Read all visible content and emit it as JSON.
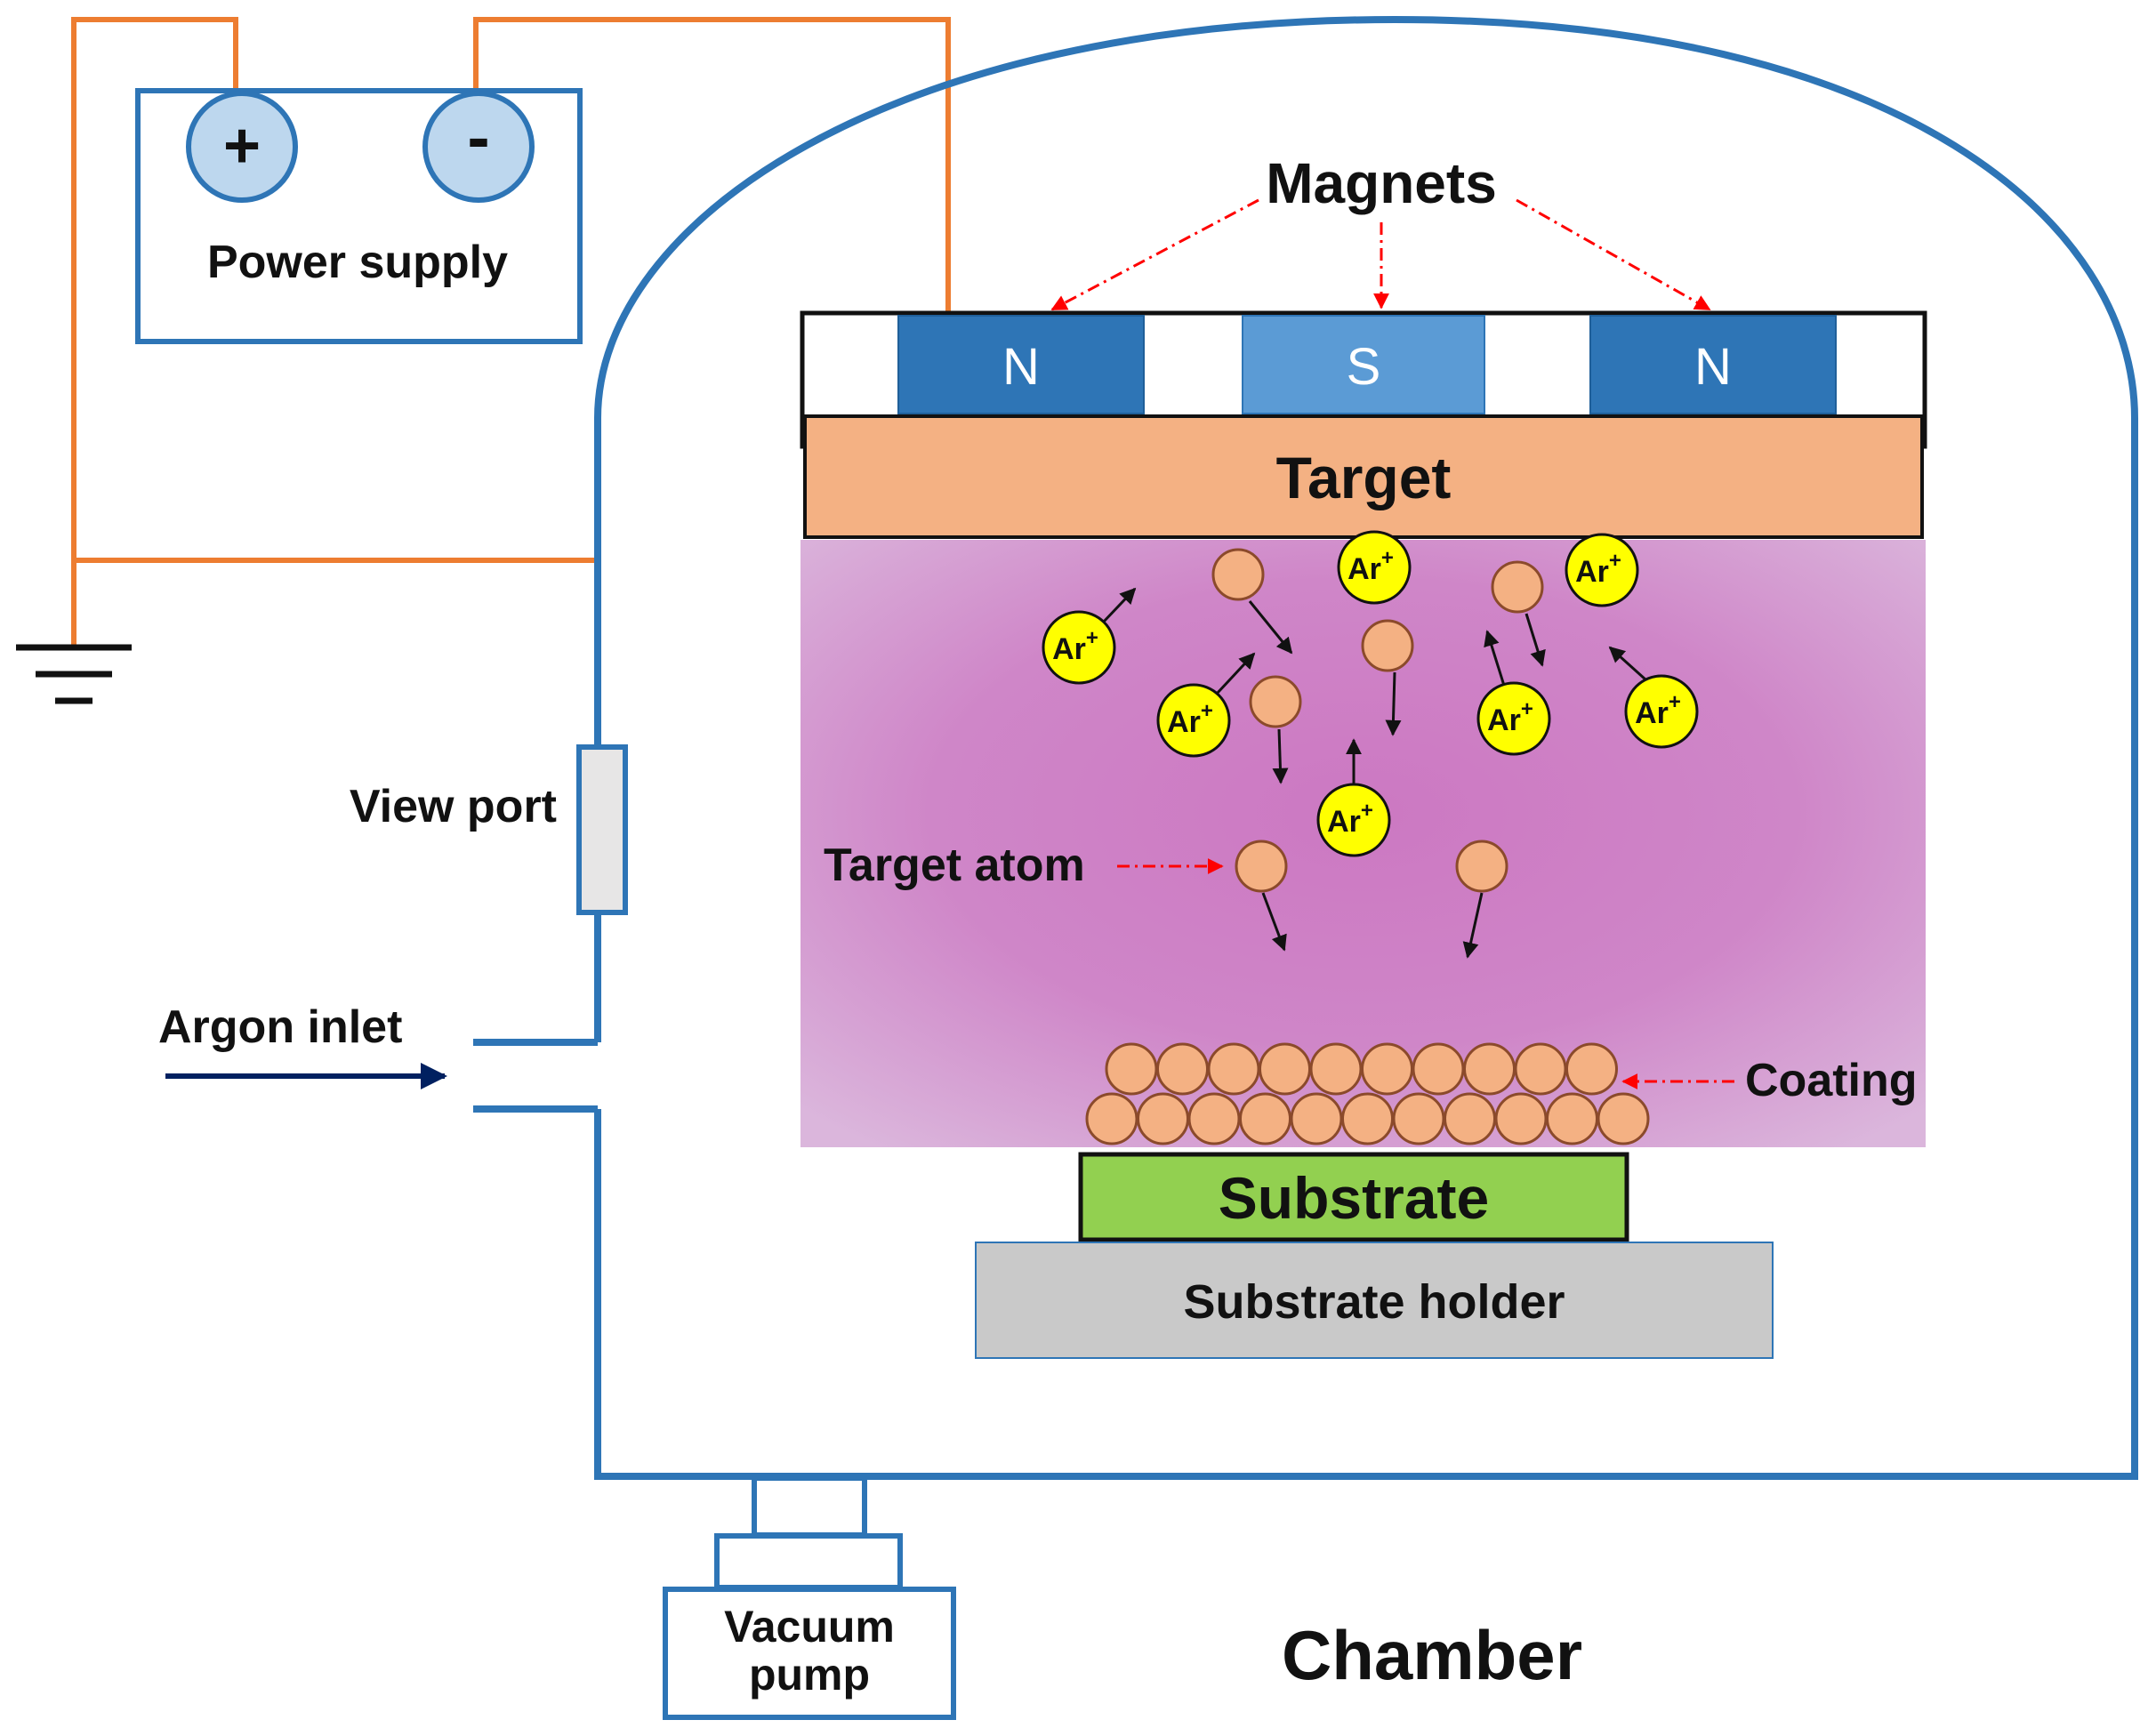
{
  "labels": {
    "power_supply": "Power supply",
    "plus": "+",
    "minus": "-",
    "magnets": "Magnets",
    "target": "Target",
    "view_port": "View port",
    "argon_inlet": "Argon inlet",
    "target_atom": "Target atom",
    "coating": "Coating",
    "substrate": "Substrate",
    "substrate_holder": "Substrate holder",
    "vacuum_pump_line1": "Vacuum",
    "vacuum_pump_line2": "pump",
    "chamber": "Chamber"
  },
  "magnets": [
    {
      "pole": "N"
    },
    {
      "pole": "S"
    },
    {
      "pole": "N"
    }
  ],
  "ion": {
    "symbol": "Ar",
    "charge": "+"
  },
  "colors": {
    "chamber_wall": "#2e75b6",
    "wire": "#ed7d31",
    "magnet_n": "#2e75b6",
    "magnet_s": "#5b9bd5",
    "target": "#f4b183",
    "plasma": "#cc80c4",
    "ion": "#ffff00",
    "atom": "#f4b183",
    "substrate": "#92d050",
    "substrate_holder": "#c9c9c9",
    "power_terminal": "#bdd7ee",
    "annotation_arrow": "#ff0000",
    "argon_arrow": "#002060"
  }
}
